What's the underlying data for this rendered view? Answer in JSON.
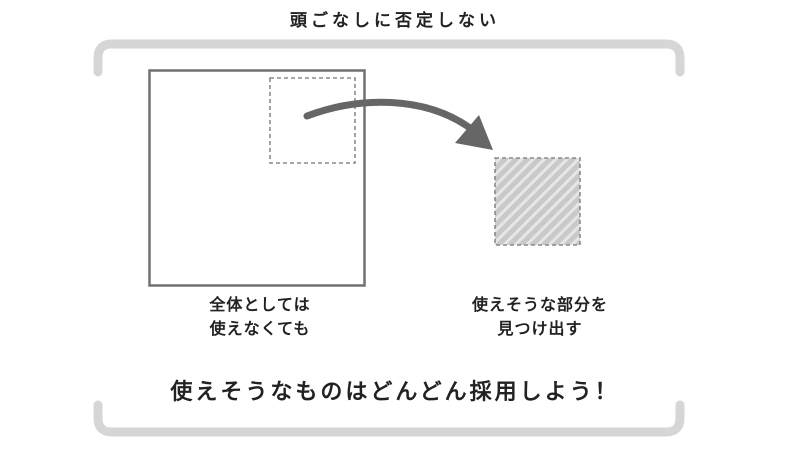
{
  "title": "頭ごなしに否定しない",
  "left_caption": {
    "line1": "全体としては",
    "line2": "使えなくても"
  },
  "right_caption": {
    "line1": "使えそうな部分を",
    "line2": "見つけ出す"
  },
  "conclusion": "使えそうなものはどんどん採用しよう！",
  "colors": {
    "frame": "#d6d6d6",
    "box_stroke": "#707070",
    "dashed": "#8a8a8a",
    "arrow": "#666666",
    "hatch_bg": "#c9c9c9",
    "hatch_line": "#e6e6e6",
    "text": "#222222"
  }
}
